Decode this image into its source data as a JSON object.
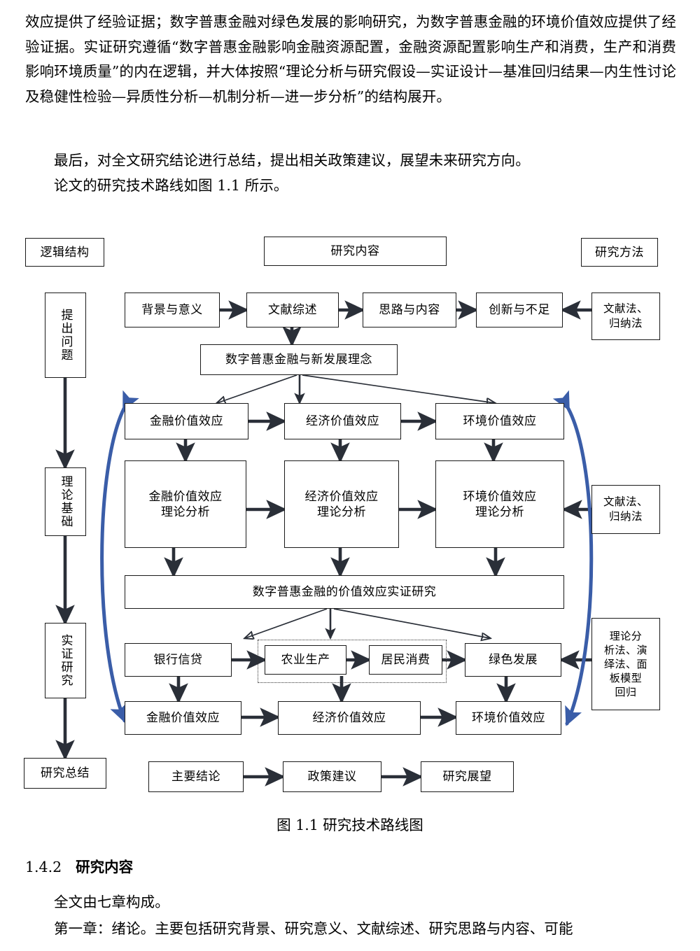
{
  "document": {
    "paragraphs": {
      "top": "效应提供了经验证据；数字普惠金融对绿色发展的影响研究，为数字普惠金融的环境价值效应提供了经验证据。实证研究遵循“数字普惠金融影响金融资源配置，金融资源配置影响生产和消费，生产和消费影响环境质量”的内在逻辑，并大体按照“理论分析与研究假设—实证设计—基准回归结果—内生性讨论及稳健性检验—异质性分析—机制分析—进一步分析”的结构展开。",
      "last": "最后，对全文研究结论进行总结，提出相关政策建议，展望未来研究方向。",
      "figref": "论文的研究技术路线如图 1.1 所示。",
      "bottom1": "全文由七章构成。",
      "bottom2": "第一章：绪论。主要包括研究背景、研究意义、文献综述、研究思路与内容、可能"
    },
    "figure_caption": "图 1.1  研究技术路线图",
    "section": {
      "number": "1.4.2",
      "title": "研究内容"
    }
  },
  "figure": {
    "headers": {
      "left": "逻辑结构",
      "center": "研究内容",
      "right": "研究方法"
    },
    "left_column": [
      "提出问题",
      "理论基础",
      "实证研究",
      "研究总结"
    ],
    "top_row": [
      "背景与意义",
      "文献综述",
      "思路与内容",
      "创新与不足"
    ],
    "concept_box": "数字普惠金融与新发展理念",
    "effects_row": [
      "金融价值效应",
      "经济价值效应",
      "环境价值效应"
    ],
    "theory_row": [
      "金融价值效应\n理论分析",
      "经济价值效应\n理论分析",
      "环境价值效应\n理论分析"
    ],
    "theory_row_lines": {
      "fin_1": "金融价值效应",
      "fin_2": "理论分析",
      "eco_1": "经济价值效应",
      "eco_2": "理论分析",
      "env_1": "环境价值效应",
      "env_2": "理论分析"
    },
    "empirical_box": "数字普惠金融的价值效应实证研究",
    "mechanism_row": [
      "银行信贷",
      "农业生产",
      "居民消费",
      "绿色发展"
    ],
    "effects_row2": [
      "金融价值效应",
      "经济价值效应",
      "环境价值效应"
    ],
    "conclusion_row": [
      "主要结论",
      "政策建议",
      "研究展望"
    ],
    "methods": {
      "top": "文献法、\n归纳法",
      "top_l1": "文献法、",
      "top_l2": "归纳法",
      "mid_l1": "文献法、",
      "mid_l2": "归纳法",
      "bottom_l1": "理论分",
      "bottom_l2": "析法、演",
      "bottom_l3": "绎法、面",
      "bottom_l4": "板模型",
      "bottom_l5": "回归"
    },
    "colors": {
      "box_border": "#1a1a1a",
      "arrow": "#2a2f38",
      "blue_brace": "#3a5da8"
    }
  }
}
